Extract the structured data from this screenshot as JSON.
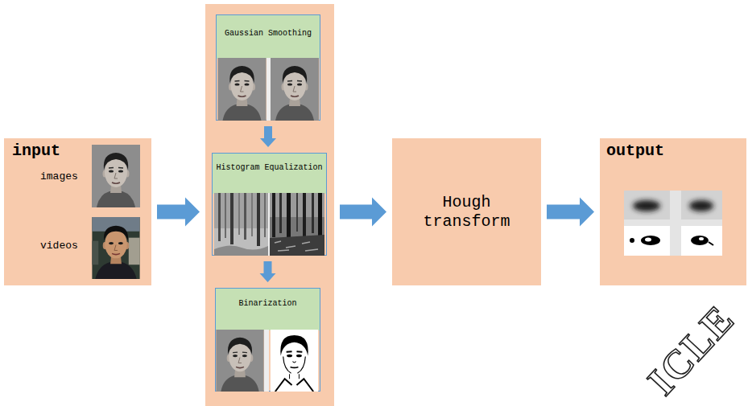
{
  "diagram": {
    "nodes": [
      {
        "text": [
          "input",
          "images",
          "videos"
        ]
      },
      {
        "text": []
      },
      {
        "text": [
          "Gaussian Smoothing"
        ],
        "in": 1
      },
      {
        "text": [
          "Histogram Equalization"
        ],
        "in": 1
      },
      {
        "text": [
          "Binarization"
        ],
        "in": 1
      },
      {
        "text": [
          "Hough transform"
        ]
      },
      {
        "text": [
          "output"
        ]
      }
    ],
    "edges": [
      {
        "from": 0,
        "to": 1,
        "arrow": "to"
      },
      {
        "from": 2,
        "to": 3,
        "arrow": "to"
      },
      {
        "from": 3,
        "to": 4,
        "arrow": "to"
      },
      {
        "from": 1,
        "to": 5,
        "arrow": "to"
      },
      {
        "from": 5,
        "to": 6,
        "arrow": "to"
      }
    ],
    "labels": [
      "ICLE"
    ]
  }
}
